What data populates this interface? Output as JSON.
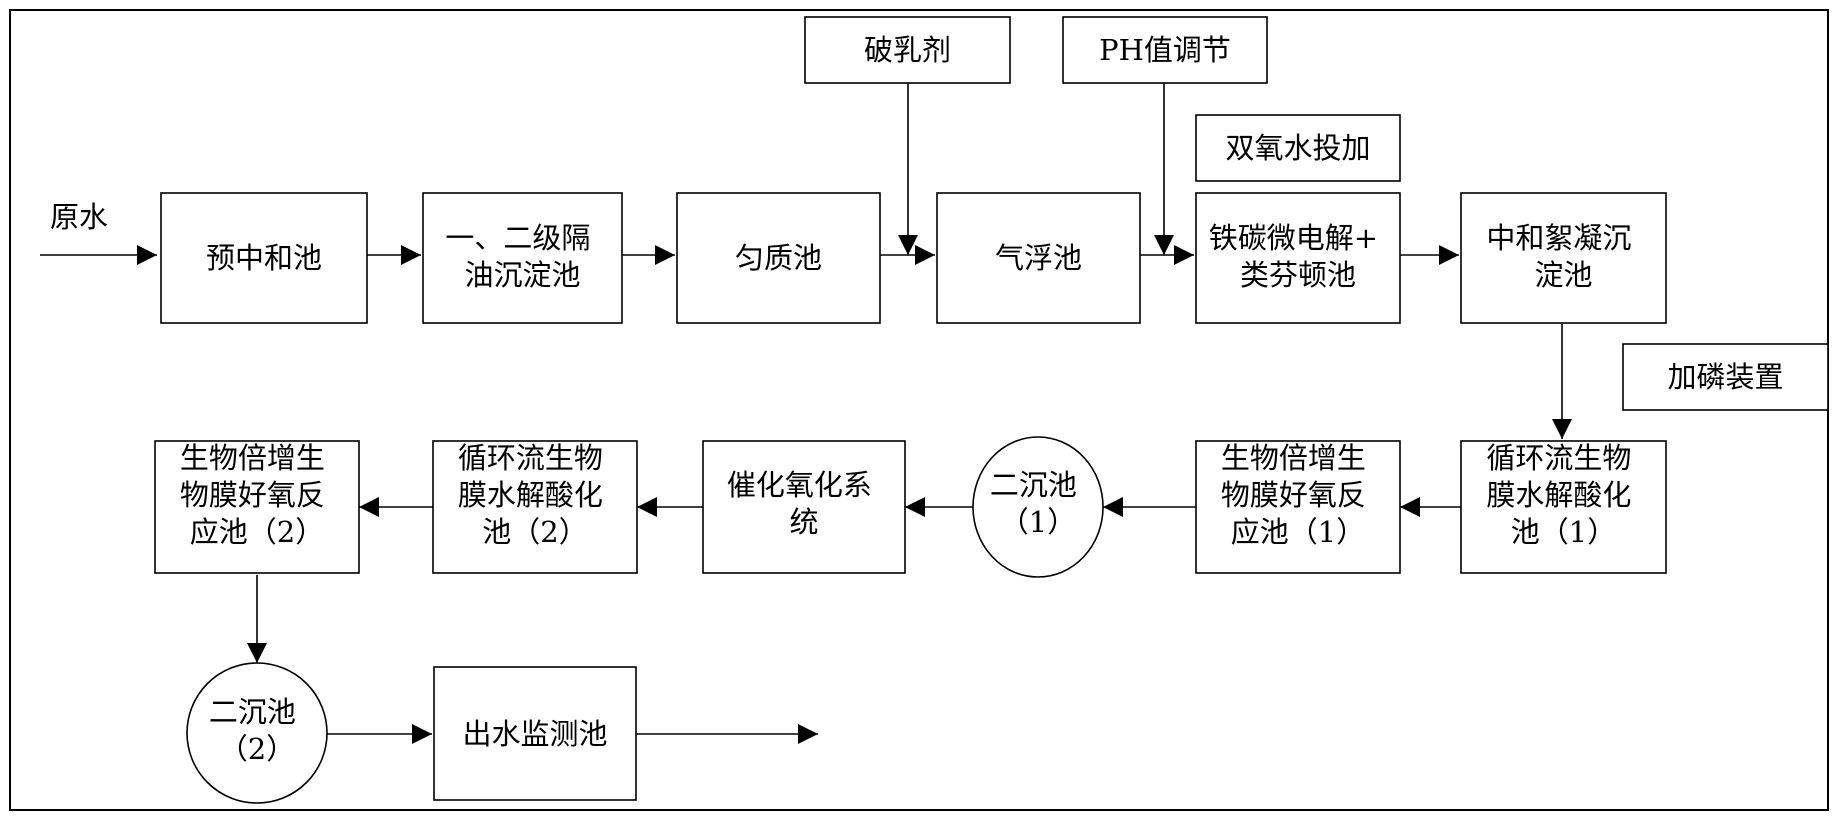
{
  "colors": {
    "line": "#000000",
    "background": "#ffffff"
  },
  "diagram": {
    "raw_water": "原水",
    "nodes": {
      "prenet": "预中和池",
      "oil_sep": [
        "一、二级隔",
        "油沉淀池"
      ],
      "equal": "匀质池",
      "float": "气浮池",
      "fenton": [
        "铁碳微电解+",
        "类芬顿池"
      ],
      "neut": [
        "中和絮凝沉",
        "淀池"
      ],
      "circ1": [
        "循环流生物",
        "膜水解酸化",
        "池（1）"
      ],
      "bio1": [
        "生物倍增生",
        "物膜好氧反",
        "应池（1）"
      ],
      "sec1": [
        "二沉池",
        "（1）"
      ],
      "cat": [
        "催化氧化系",
        "统"
      ],
      "circ2": [
        "循环流生物",
        "膜水解酸化",
        "池（2）"
      ],
      "bio2": [
        "生物倍增生",
        "物膜好氧反",
        "应池（2）"
      ],
      "sec2": [
        "二沉池",
        "（2）"
      ],
      "monitor": "出水监测池"
    },
    "dosing": {
      "demulsifier": "破乳剂",
      "ph": "PH值调节",
      "h2o2": "双氧水投加",
      "phosphorus": "加磷装置"
    }
  }
}
